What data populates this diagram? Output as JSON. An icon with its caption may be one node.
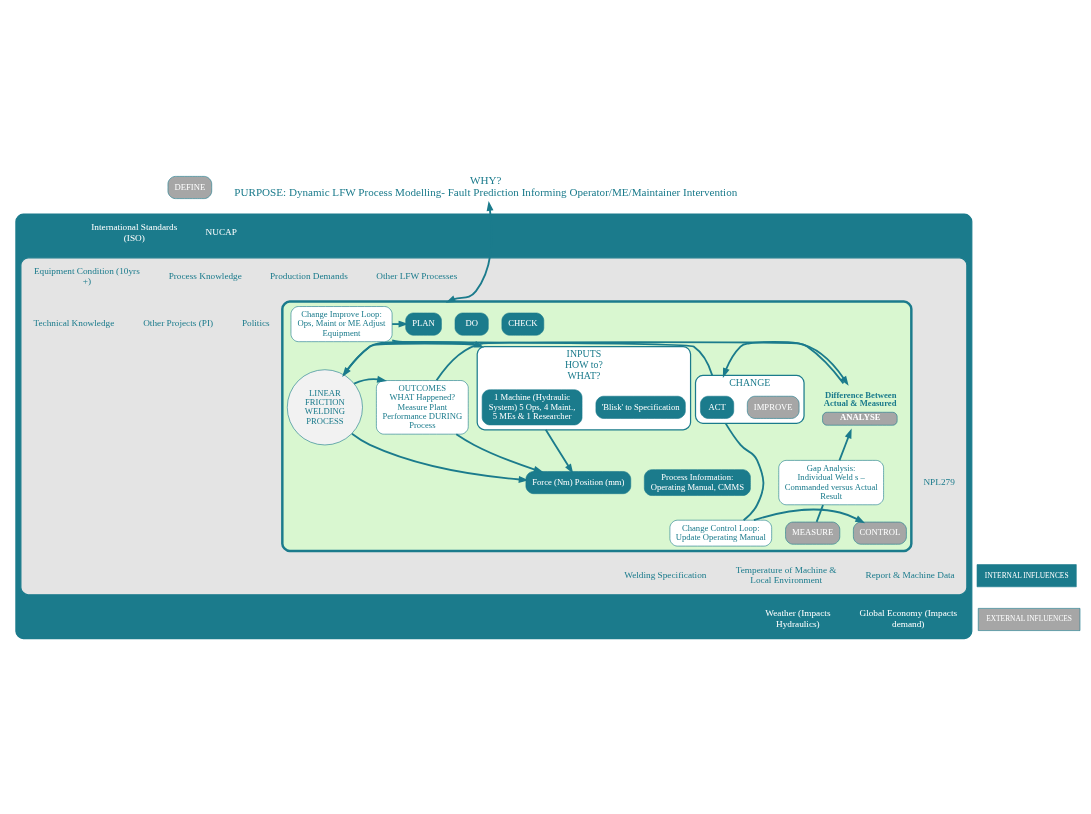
{
  "diagram": {
    "nodes": [
      {
        "text": [
          "DEFINE"
        ]
      },
      {
        "text": [
          "WHY?",
          "PURPOSE: Dynamic LFW Process Modelling- Fault Prediction Informing Operator/ME/Maintainer Intervention"
        ]
      },
      {
        "text": [],
        "shape": "box"
      },
      {
        "text": [],
        "shape": "box",
        "in": 2
      },
      {
        "text": [],
        "shape": "ellipse",
        "in": 3
      },
      {
        "text": [
          "PLAN"
        ],
        "in": 4
      },
      {
        "text": [
          "INPUTS",
          "HOW to?",
          "WHAT?"
        ],
        "in": 4
      },
      {
        "text": [
          "1 Machine (Hydraulic System) 5 Ops, 4 Maint., 5 MEs & 1 Researcher"
        ],
        "in": 6
      },
      {
        "text": [
          "'Blisk' to Specification"
        ],
        "in": 6
      },
      {
        "text": [
          "Process Information:",
          "Operating Manual, CMMS"
        ],
        "in": 4
      },
      {
        "text": [
          "CONTROL"
        ],
        "in": 4
      },
      {
        "text": [
          "DO"
        ],
        "in": 4
      },
      {
        "text": [
          "LINEAR FRICTION WELDING PROCESS"
        ],
        "in": 4
      },
      {
        "text": [
          "Force (Nm) Position (mm)"
        ],
        "in": 4
      },
      {
        "text": [
          "MEASURE"
        ],
        "in": 4
      },
      {
        "text": [
          "CHECK"
        ],
        "in": 4
      },
      {
        "text": [
          "OUTCOMES",
          "WHAT Happened?",
          "Measure Plant Performance DURING Process"
        ],
        "in": 4
      },
      {
        "text": [
          "ANALYSE"
        ],
        "beside": [
          "Difference Between Actual & Measured"
        ],
        "in": 4
      },
      {
        "text": [
          "Change Improve Loop:",
          "Ops, Maint or ME Adjust Equipment"
        ],
        "in": 4
      },
      {
        "text": [
          "Gap Analysis:",
          "Individual Weld s – Commanded versus Actual Result"
        ],
        "in": 4
      },
      {
        "text": [
          "Change Control Loop:",
          "Update Operating Manual"
        ],
        "in": 4
      },
      {
        "text": [
          "CHANGE"
        ],
        "in": 4
      },
      {
        "text": [
          "ACT"
        ],
        "in": 21
      },
      {
        "text": [
          "IMPROVE"
        ],
        "in": 21
      }
    ],
    "edges": [
      {
        "from": 1,
        "to": 4,
        "arrow": "both"
      },
      {
        "from": 6,
        "to": 12,
        "arrow": "to"
      },
      {
        "from": 12,
        "to": 16,
        "arrow": "to"
      },
      {
        "from": 12,
        "to": 6,
        "arrow": "to"
      },
      {
        "from": 12,
        "to": 13,
        "arrow": "to"
      },
      {
        "from": 6,
        "to": 13,
        "arrow": "to"
      },
      {
        "from": 16,
        "to": 13,
        "arrow": "to"
      },
      {
        "from": 16,
        "to": 17,
        "arrow": "to"
      },
      {
        "from": 17,
        "to": 21,
        "arrow": "to"
      },
      {
        "from": 14,
        "to": 19,
        "arrow": "none"
      },
      {
        "from": 19,
        "to": 17,
        "arrow": "to"
      },
      {
        "from": 21,
        "to": 18,
        "arrow": "none"
      },
      {
        "from": 18,
        "to": 5,
        "arrow": "to"
      },
      {
        "from": 21,
        "to": 20,
        "arrow": "none"
      },
      {
        "from": 20,
        "to": 10,
        "arrow": "to"
      }
    ],
    "labels": [
      "International Standards (ISO)",
      "NUCAP",
      "Equipment Condition (10yrs +)",
      "Production Demands",
      "Process Knowledge",
      "Other LFW Processes",
      "Technical Knowledge",
      "Other Projects (PI)",
      "Politics",
      "NPL279",
      "Welding Specification",
      "Report & Machine Data",
      "Temperature of Machine & Local Environment",
      "Weather (Impacts Hydraulics)",
      "Global Economy (Impacts demand)"
    ],
    "legend": [
      {
        "text": "INTERNAL INFLUENCES",
        "color": "#1b7b8c"
      },
      {
        "text": "EXTERNAL INFLUENCES",
        "color": "#a6a6a6"
      }
    ]
  }
}
